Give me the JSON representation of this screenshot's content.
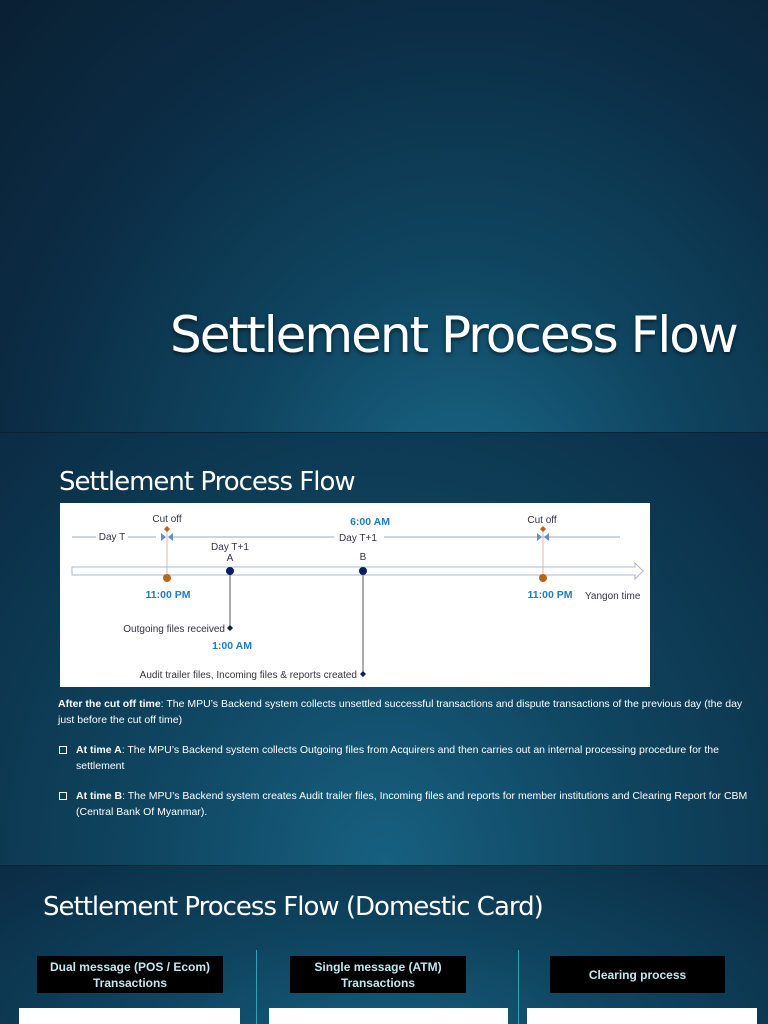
{
  "slide1": {
    "title": "Settlement Process Flow"
  },
  "slide2": {
    "title": "Settlement Process Flow",
    "diagram": {
      "cutoff_label": "Cut off",
      "day_t": "Day T",
      "day_t1": "Day T+1",
      "six_am": "6:00 AM",
      "a_label": "A",
      "b_label": "B",
      "day_t1_a": "Day T+1",
      "time_1100pm": "11:00 PM",
      "time_1am": "1:00 AM",
      "yangon_time": "Yangon time",
      "outgoing": "Outgoing files received",
      "audit": "Audit trailer files, Incoming files & reports created",
      "colors": {
        "cutoff": "#b5651d",
        "point": "#0a1f5c",
        "time": "#1e7bc4"
      }
    },
    "intro_bold": "After the cut off time",
    "intro_text": ": The MPU’s Backend system collects unsettled successful transactions and dispute transactions of the previous day (the day just before the cut off time)",
    "bullets": [
      {
        "bold": "At time A",
        "text": ": The MPU’s Backend system collects Outgoing files from Acquirers and then carries out an internal processing procedure for the settlement"
      },
      {
        "bold": "At time B",
        "text": ": The MPU’s Backend system creates Audit trailer files, Incoming files and reports for member institutions and Clearing Report for CBM (Central Bank Of Myanmar)."
      }
    ]
  },
  "slide3": {
    "title": "Settlement Process Flow (Domestic Card)",
    "boxes": [
      {
        "line1": "Dual message (POS / Ecom)",
        "line2": "Transactions"
      },
      {
        "line1": "Single message (ATM)",
        "line2": "Transactions"
      },
      {
        "line1": "Clearing process",
        "line2": ""
      }
    ]
  }
}
